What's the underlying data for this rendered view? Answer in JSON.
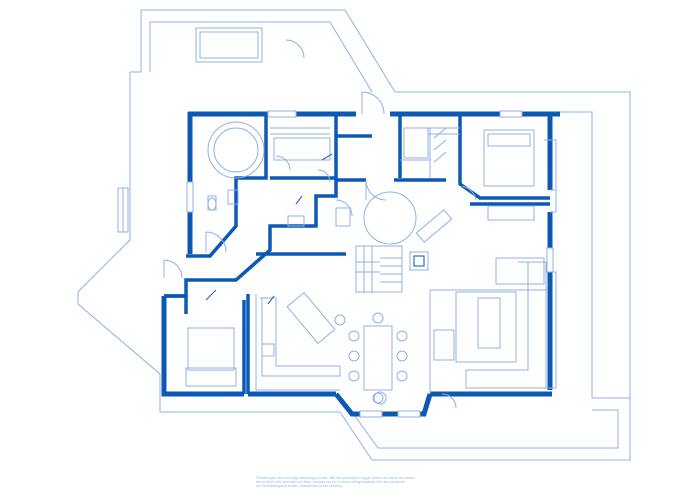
{
  "plan": {
    "wall_color": "#0b58b5",
    "line_color": "#8fb0e0",
    "fixture_color": "#2f6fc4",
    "background": "#ffffff"
  },
  "footnote": {
    "line_1": "Planlösningen visar en möjlig utformning av huset. Mått och placering av väggar, fönster och dörrar kan variera",
    "line_2": "beroende på vald husmodell och tillval. Kontakta oss för en aktuell ritning anpassad efter dina önskemål",
    "line_3": "och förutsättningar på tomten. Illustrationen är inte skalenlig."
  }
}
